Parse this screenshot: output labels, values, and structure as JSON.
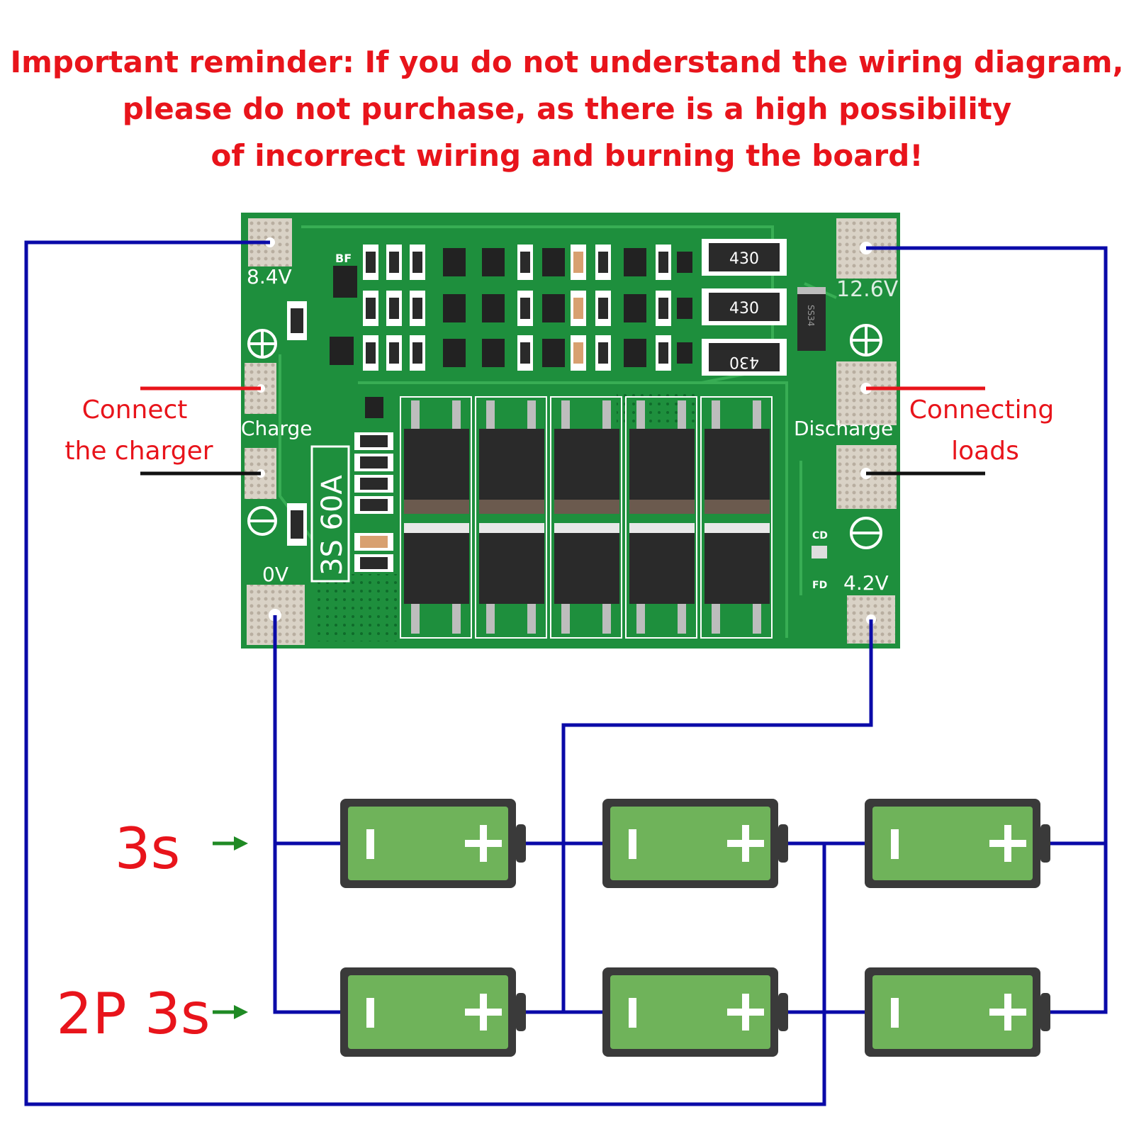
{
  "reminder": {
    "line1": "Important reminder: If you do not understand the wiring diagram,",
    "line2": "please do not purchase, as there is a high possibility",
    "line3": "of incorrect wiring and burning the board!"
  },
  "board": {
    "model": "3S 60A",
    "terminals": {
      "top_left": "8.4V",
      "top_right": "12.6V",
      "bottom_left": "0V",
      "bottom_right": "4.2V"
    },
    "charge_label": "Charge",
    "discharge_label": "Discharge",
    "resistor_labels": [
      "430",
      "430",
      "430"
    ],
    "diode_label": "SS34",
    "marks": [
      "BF",
      "CD",
      "FD"
    ]
  },
  "labels": {
    "charger_line1": "Connect",
    "charger_line2": "the charger",
    "loads_line1": "Connecting",
    "loads_line2": "loads",
    "row1": "3s",
    "row2": "2P 3s",
    "battery_minus": "I",
    "battery_plus": "+"
  },
  "colors": {
    "wire": "#0a0aa8",
    "pcb": "#1e8f3d",
    "warning_text": "#e8141b",
    "battery_fill": "#6fb35a",
    "battery_frame": "#3a3a3a",
    "arrow": "#1f8a24"
  },
  "icons": [
    "plus-icon",
    "minus-icon",
    "arrow-right-icon",
    "battery-icon"
  ]
}
